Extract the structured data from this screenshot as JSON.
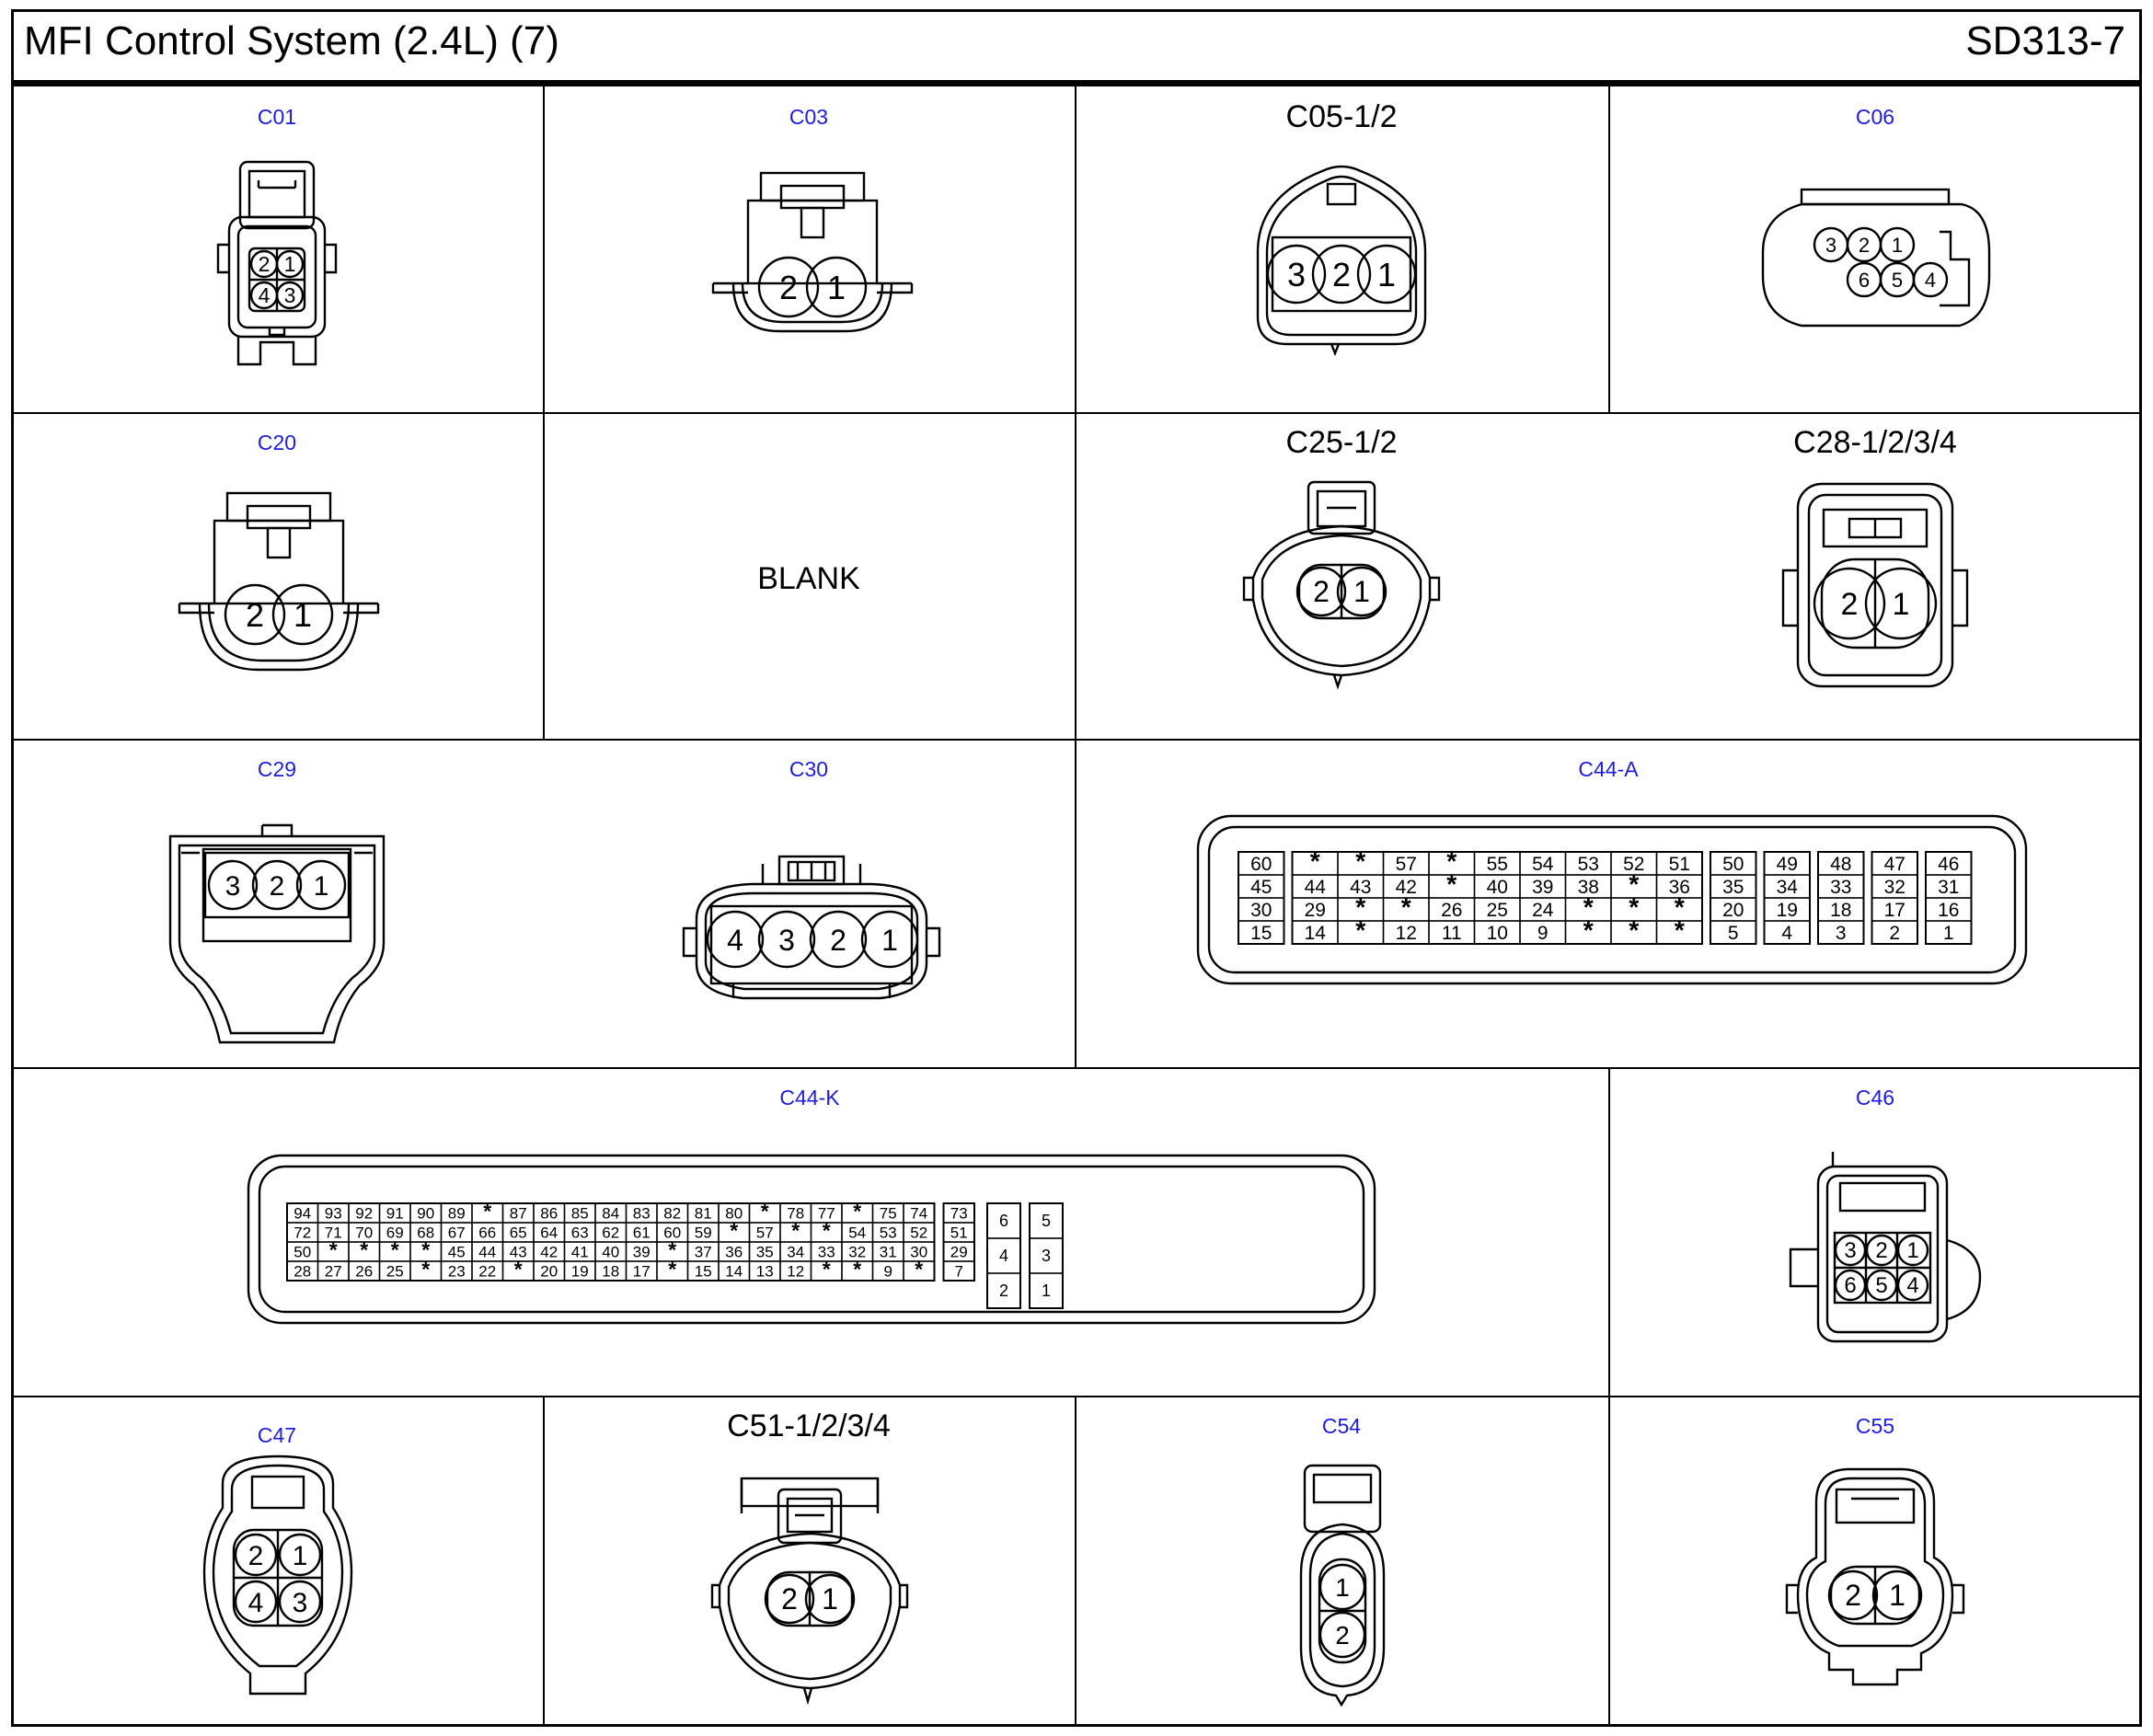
{
  "header": {
    "title": "MFI Control System (2.4L) (7)",
    "code": "SD313-7"
  },
  "blank_label": "BLANK",
  "connectors": {
    "c01": {
      "label": "C01",
      "pins": [
        "2",
        "1",
        "4",
        "3"
      ]
    },
    "c03": {
      "label": "C03",
      "pins": [
        "2",
        "1"
      ]
    },
    "c05": {
      "label": "C05-1/2",
      "pins": [
        "3",
        "2",
        "1"
      ]
    },
    "c06": {
      "label": "C06",
      "pins": [
        "3",
        "2",
        "1",
        "6",
        "5",
        "4"
      ]
    },
    "c20": {
      "label": "C20",
      "pins": [
        "2",
        "1"
      ]
    },
    "c25": {
      "label": "C25-1/2",
      "pins": [
        "2",
        "1"
      ]
    },
    "c28": {
      "label": "C28-1/2/3/4",
      "pins": [
        "2",
        "1"
      ]
    },
    "c29": {
      "label": "C29",
      "pins": [
        "3",
        "2",
        "1"
      ]
    },
    "c30": {
      "label": "C30",
      "pins": [
        "4",
        "3",
        "2",
        "1"
      ]
    },
    "c44a": {
      "label": "C44-A",
      "rows": [
        [
          "60",
          "*",
          "*",
          "57",
          "*",
          "55",
          "54",
          "53",
          "52",
          "51",
          "50",
          "49",
          "48",
          "47",
          "46"
        ],
        [
          "45",
          "44",
          "43",
          "42",
          "*",
          "40",
          "39",
          "38",
          "*",
          "36",
          "35",
          "34",
          "33",
          "32",
          "31"
        ],
        [
          "30",
          "29",
          "*",
          "*",
          "26",
          "25",
          "24",
          "*",
          "*",
          "*",
          "20",
          "19",
          "18",
          "17",
          "16"
        ],
        [
          "15",
          "14",
          "*",
          "12",
          "11",
          "10",
          "9",
          "*",
          "*",
          "*",
          "5",
          "4",
          "3",
          "2",
          "1"
        ]
      ]
    },
    "c44k": {
      "label": "C44-K",
      "rows": [
        [
          "94",
          "93",
          "92",
          "91",
          "90",
          "89",
          "*",
          "87",
          "86",
          "85",
          "84",
          "83",
          "82",
          "81",
          "80",
          "*",
          "78",
          "77",
          "*",
          "75",
          "74",
          "73"
        ],
        [
          "72",
          "71",
          "70",
          "69",
          "68",
          "67",
          "66",
          "65",
          "64",
          "63",
          "62",
          "61",
          "60",
          "59",
          "*",
          "57",
          "*",
          "*",
          "54",
          "53",
          "52",
          "51"
        ],
        [
          "50",
          "*",
          "*",
          "*",
          "*",
          "45",
          "44",
          "43",
          "42",
          "41",
          "40",
          "39",
          "*",
          "37",
          "36",
          "35",
          "34",
          "33",
          "32",
          "31",
          "30",
          "29"
        ],
        [
          "28",
          "27",
          "26",
          "25",
          "*",
          "23",
          "22",
          "*",
          "20",
          "19",
          "18",
          "17",
          "*",
          "15",
          "14",
          "13",
          "12",
          "*",
          "*",
          "9",
          "*",
          "7"
        ]
      ],
      "side": [
        [
          "6",
          "5"
        ],
        [
          "4",
          "3"
        ],
        [
          "2",
          "1"
        ]
      ]
    },
    "c46": {
      "label": "C46",
      "pins": [
        "3",
        "2",
        "1",
        "6",
        "5",
        "4"
      ]
    },
    "c47": {
      "label": "C47",
      "pins": [
        "2",
        "1",
        "4",
        "3"
      ]
    },
    "c51": {
      "label": "C51-1/2/3/4",
      "pins": [
        "2",
        "1"
      ]
    },
    "c54": {
      "label": "C54",
      "pins": [
        "1",
        "2"
      ]
    },
    "c55": {
      "label": "C55",
      "pins": [
        "2",
        "1"
      ]
    }
  }
}
